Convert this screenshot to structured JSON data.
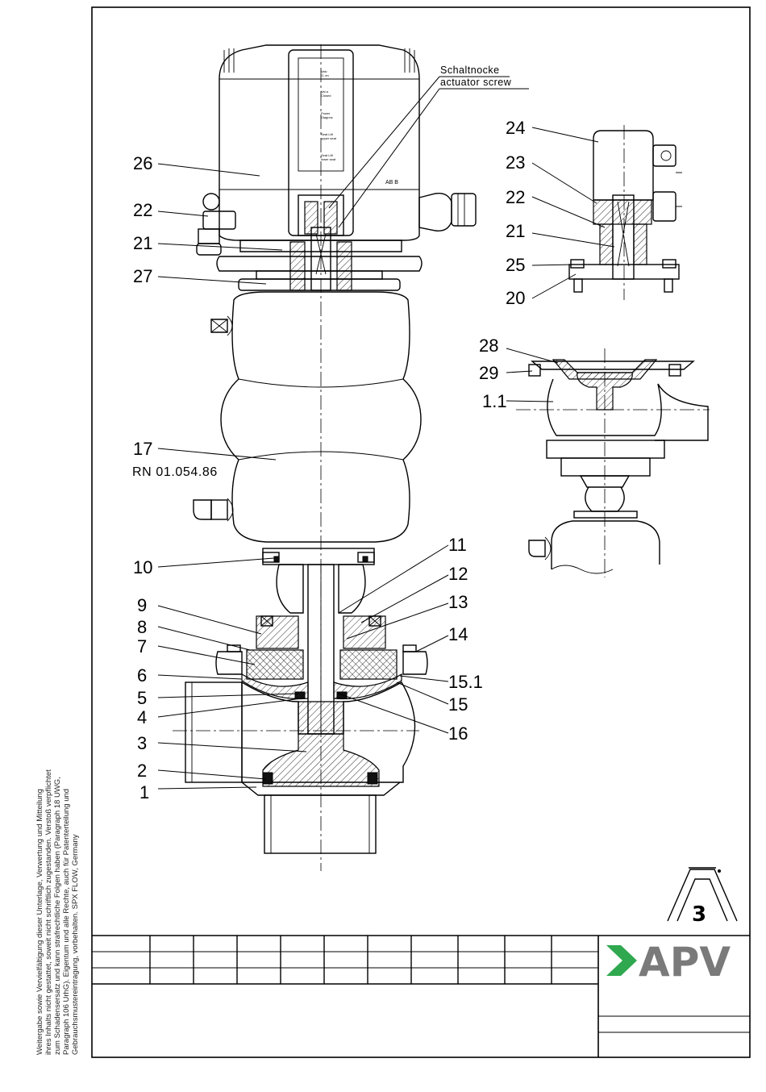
{
  "annotations": {
    "actuator_screw_de": "Schaltnocke",
    "actuator_screw_en": "actuator screw",
    "rn_number": "RN  01.054.86"
  },
  "callouts": {
    "c1": "1",
    "c2": "2",
    "c3": "3",
    "c4": "4",
    "c5": "5",
    "c6": "6",
    "c7": "7",
    "c8": "8",
    "c9": "9",
    "c10": "10",
    "c11": "11",
    "c12": "12",
    "c13": "13",
    "c14": "14",
    "c15": "15",
    "c15_1": "15.1",
    "c16": "16",
    "c17": "17",
    "c20": "20",
    "c21": "21",
    "c22": "22",
    "c23": "23",
    "c24": "24",
    "c25": "25",
    "c26": "26",
    "c27": "27",
    "c28": "28",
    "c29": "29",
    "c1_1": "1.1",
    "c21b": "21",
    "c22b": "22"
  },
  "control_head_labels": {
    "l1a": "Valv",
    "l1b": "O..en",
    "l2a": "Val a",
    "l2b": "Closed",
    "l3a": "Power",
    "l3b": "Diagnos",
    "l4a": "Seat Lift",
    "l4b": "upper seat",
    "l5a": "Seat Lift",
    "l5b": "lower seat",
    "brand": "AB B"
  },
  "legal_text": [
    "Weitergabe sowie Vervielfältigung dieser Unterlage, Verwertung und Mitteilung",
    "ihres Inhalts nicht gestattet, soweit nicht schriftlich zugestanden. Verstoß verpflichtet",
    "zum Schadensersatz und kann strafrechtliche Folgen haben (Paragraph 18 UWG,",
    "Paragraph 106 UrhG). Eigentum und alle Rechte, auch für Patenterteilung und",
    "Gebrauchsmustereintragung, vorbehalten. SPX FLOW, Germany"
  ],
  "logo": {
    "brand": "APV",
    "accent_color": "#2fa84f",
    "text_color": "#7a7a7a",
    "badge": "3"
  }
}
